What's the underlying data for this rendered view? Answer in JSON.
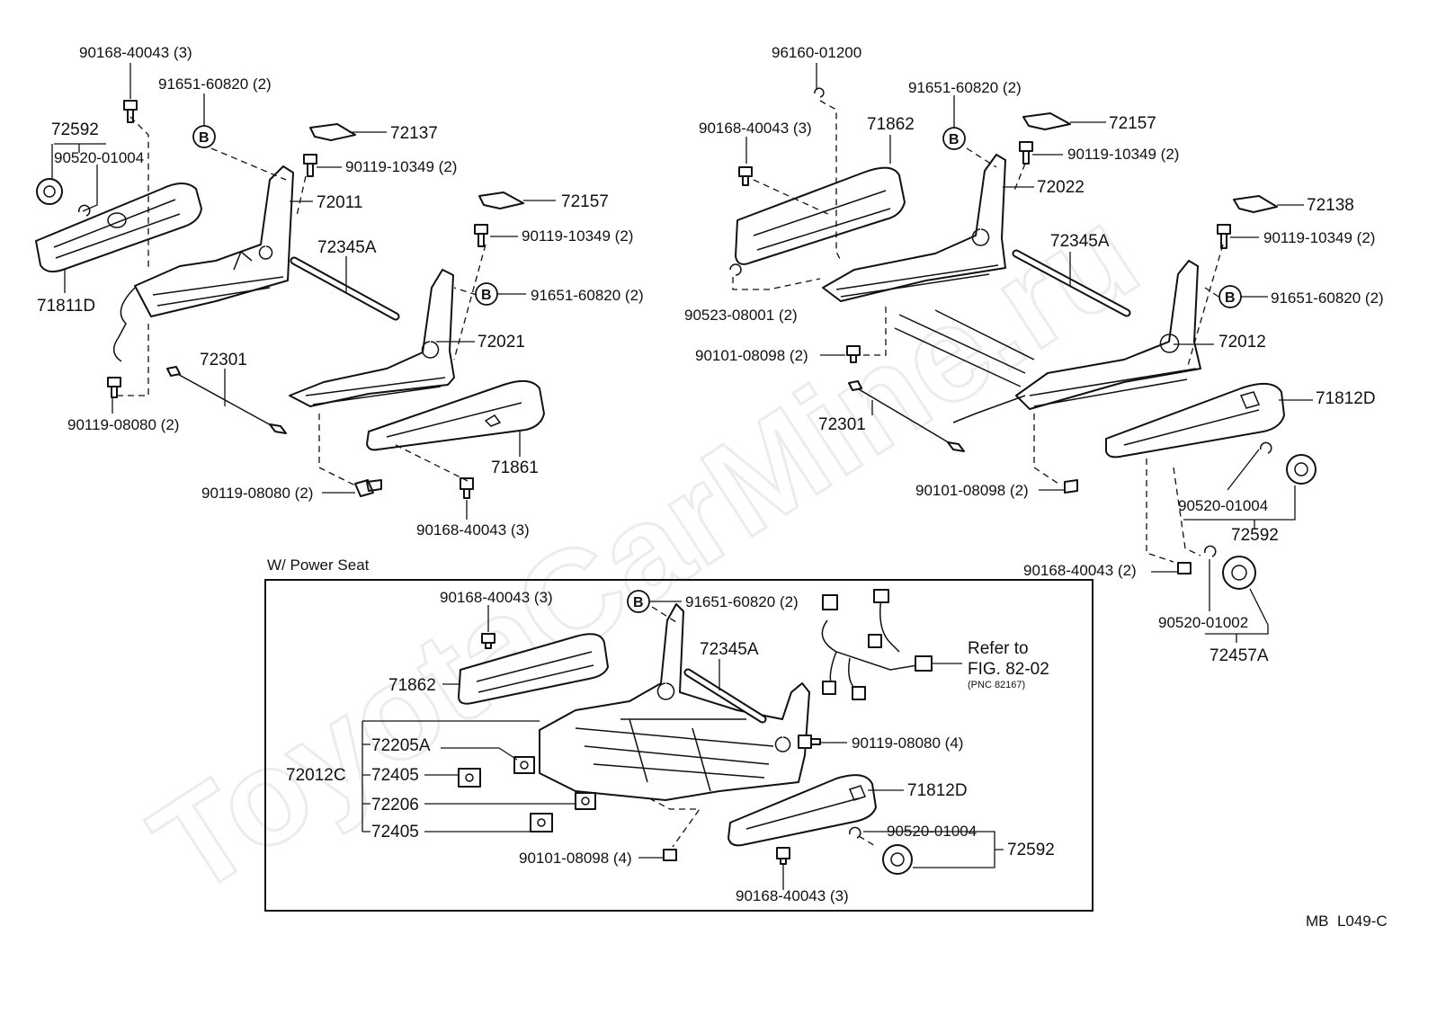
{
  "diagram": {
    "watermark": "ToyotaCarMine.ru",
    "section_title": "W/ Power Seat",
    "figure_code": "MB  L049-C",
    "circle_mark": "B",
    "refer": {
      "line1": "Refer to",
      "line2": "FIG. 82-02",
      "line3": "(PNC 82167)"
    },
    "labels": {
      "l_90168_top": "90168-40043 (3)",
      "l_91651_top": "91651-60820 (2)",
      "l_72592_top": "72592",
      "l_90520_top": "90520-01004",
      "l_72137": "72137",
      "l_90119_10349_a": "90119-10349 (2)",
      "l_72011": "72011",
      "l_72157_a": "72157",
      "l_90119_10349_b": "90119-10349 (2)",
      "l_72345A_a": "72345A",
      "l_91651_b": "91651-60820 (2)",
      "l_71811D": "71811D",
      "l_72021": "72021",
      "l_72301_a": "72301",
      "l_90119_08080_a": "90119-08080 (2)",
      "l_71861": "71861",
      "l_90119_08080_b": "90119-08080 (2)",
      "l_90168_b": "90168-40043 (3)",
      "r_96160": "96160-01200",
      "r_91651_a": "91651-60820 (2)",
      "r_90168_a": "90168-40043 (3)",
      "r_71862": "71862",
      "r_72157": "72157",
      "r_90119_10349_a": "90119-10349 (2)",
      "r_72022": "72022",
      "r_72138": "72138",
      "r_72345A": "72345A",
      "r_90119_10349_b": "90119-10349 (2)",
      "r_90523": "90523-08001 (2)",
      "r_91651_b": "91651-60820 (2)",
      "r_72012": "72012",
      "r_90101_a": "90101-08098 (2)",
      "r_72301": "72301",
      "r_71812D": "71812D",
      "r_90101_b": "90101-08098 (2)",
      "r_90520_a": "90520-01004",
      "r_72592": "72592",
      "r_90168_b": "90168-40043 (2)",
      "r_90520_b": "90520-01002",
      "r_72457A": "72457A",
      "p_90168_a": "90168-40043 (3)",
      "p_91651": "91651-60820 (2)",
      "p_72345A": "72345A",
      "p_71862": "71862",
      "p_90119_08080": "90119-08080 (4)",
      "p_72205A": "72205A",
      "p_72012C": "72012C",
      "p_72405_a": "72405",
      "p_72206": "72206",
      "p_72405_b": "72405",
      "p_71812D": "71812D",
      "p_90520": "90520-01004",
      "p_72592": "72592",
      "p_90101": "90101-08098 (4)",
      "p_90168_b": "90168-40043 (3)"
    }
  }
}
